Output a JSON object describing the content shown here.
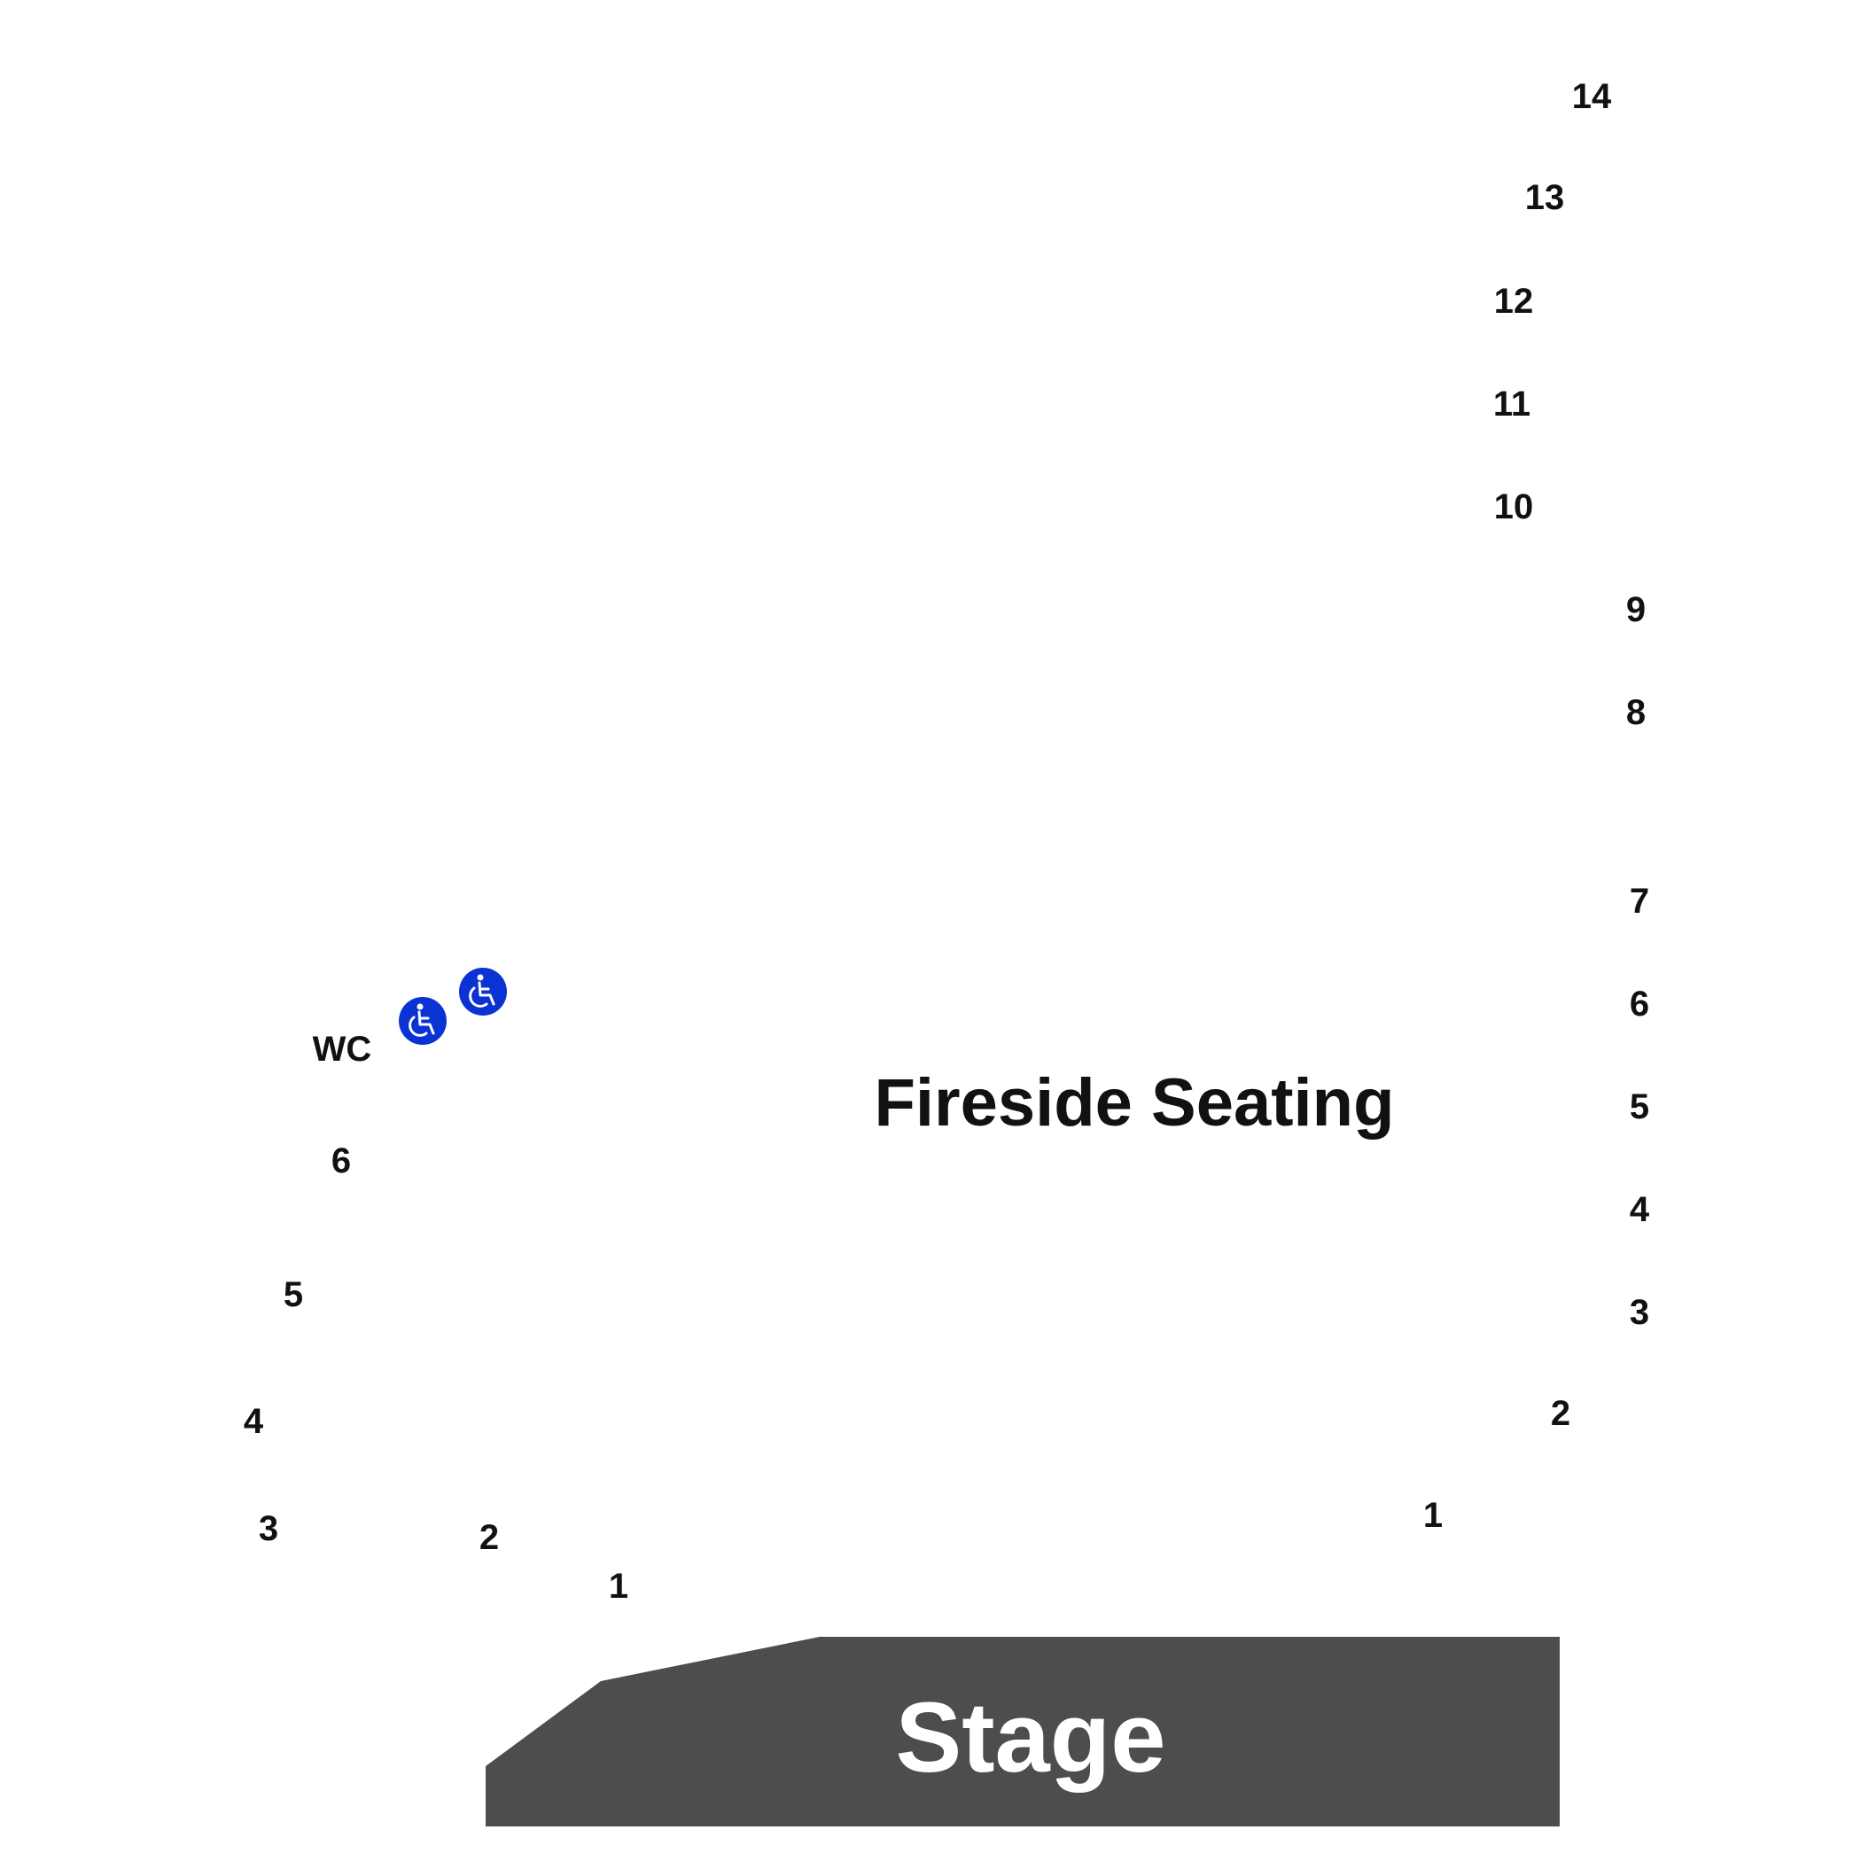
{
  "section": {
    "name": "Fireside Seating"
  },
  "stage": {
    "label": "Stage",
    "color": "#4d4d4d"
  },
  "accessibility": {
    "label": "WC",
    "icon": "wheelchair-icon",
    "icon_color": "#0b33d4",
    "count": 2
  },
  "rows": {
    "right": [
      "14",
      "13",
      "12",
      "11",
      "10",
      "9",
      "8",
      "7",
      "6",
      "5",
      "4",
      "3",
      "2",
      "1"
    ],
    "left": [
      "6",
      "5",
      "4",
      "3",
      "2",
      "1"
    ]
  }
}
